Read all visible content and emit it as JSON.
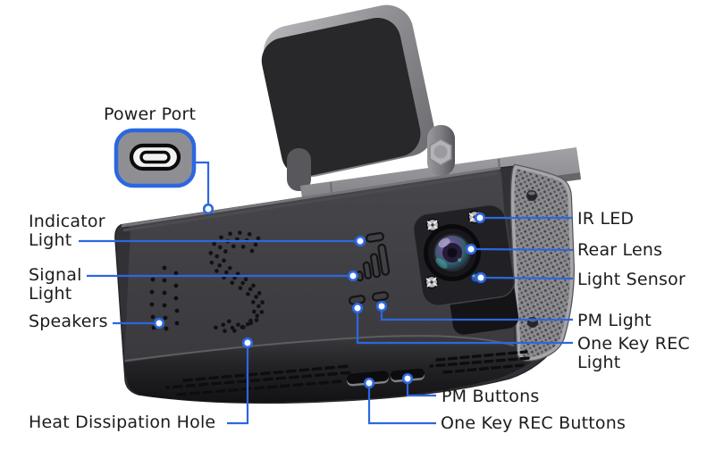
{
  "colors": {
    "accent_blue": "#2c67e0",
    "label_text": "#1c1c1c",
    "background": "#ffffff",
    "device_body": "#3e3e42"
  },
  "icons": {
    "power_port": "usb-c-port-icon",
    "signal": "signal-strength-icon"
  },
  "labels": {
    "power_port": "Power Port",
    "indicator_light": "Indicator Light",
    "signal_light": "Signal Light",
    "speakers": "Speakers",
    "heat_dissipation_hole": "Heat Dissipation Hole",
    "ir_led": "IR LED",
    "rear_lens": "Rear Lens",
    "light_sensor": "Light Sensor",
    "pm_light": "PM Light",
    "one_key_rec_light": "One Key REC Light",
    "pm_buttons": "PM Buttons",
    "one_key_rec_buttons": "One Key REC Buttons"
  }
}
